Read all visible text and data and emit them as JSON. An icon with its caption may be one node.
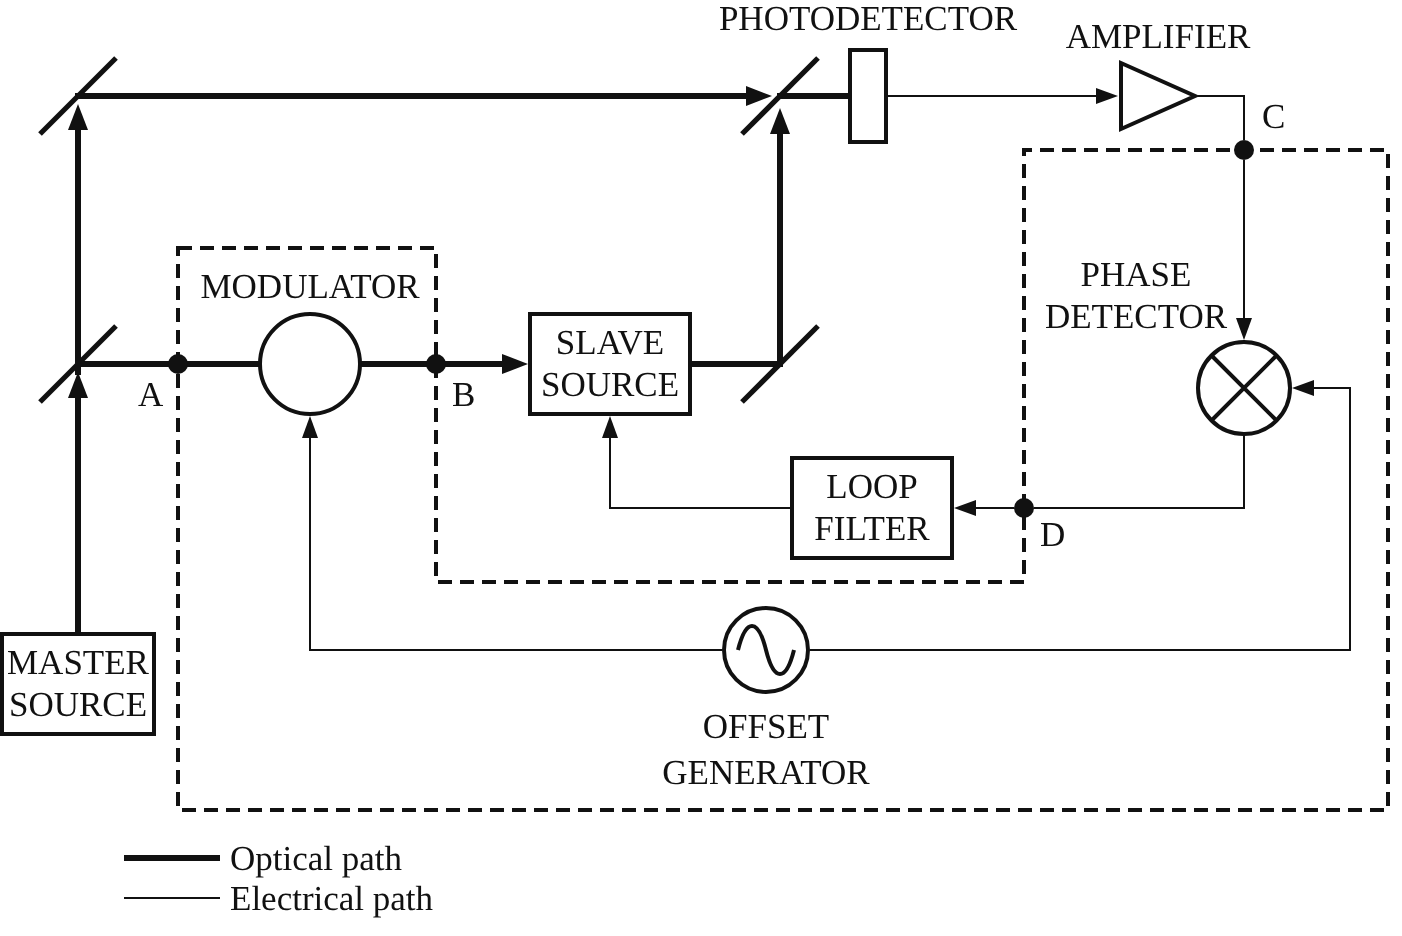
{
  "diagram": {
    "nodes": [
      {
        "text": [
          "PHOTODETECTOR"
        ]
      },
      {
        "text": [
          "AMPLIFIER"
        ]
      },
      {
        "text": [],
        "shape": "mirror"
      },
      {
        "text": [],
        "shape": "mirror"
      },
      {
        "text": [],
        "shape": "circle",
        "beside": [
          "C"
        ]
      },
      {
        "text": [
          "MODULATOR"
        ]
      },
      {
        "text": [],
        "shape": "mirror"
      },
      {
        "text": [
          "SLAVE SOURCE"
        ]
      },
      {
        "text": [
          "PHASE DETECTOR"
        ]
      },
      {
        "text": [
          "LOOP FILTER"
        ]
      },
      {
        "text": [],
        "shape": "circle",
        "beside": [
          "D"
        ]
      },
      {
        "text": [
          "MASTER SOURCE"
        ]
      },
      {
        "text": [
          "OFFSET GENERATOR"
        ]
      }
    ],
    "edges": [
      {
        "from": 11,
        "to": 6,
        "arrow": "to",
        "style": "thick"
      },
      {
        "from": 6,
        "to": 2,
        "arrow": "to",
        "style": "thick"
      },
      {
        "from": 2,
        "to": 3,
        "arrow": "to",
        "style": "thick"
      },
      {
        "from": 6,
        "to": 5,
        "arrow": "none",
        "style": "thick"
      },
      {
        "from": 5,
        "to": 7,
        "arrow": "to",
        "style": "thick"
      },
      {
        "from": 7,
        "to": 3,
        "arrow": "to",
        "style": "thick"
      },
      {
        "from": 3,
        "to": 0,
        "arrow": "none",
        "style": "thick"
      },
      {
        "from": 0,
        "to": 1,
        "arrow": "to"
      },
      {
        "from": 1,
        "to": 4,
        "arrow": "none"
      },
      {
        "from": 4,
        "to": 8,
        "arrow": "to"
      },
      {
        "from": 8,
        "to": 10,
        "arrow": "none"
      },
      {
        "from": 10,
        "to": 9,
        "arrow": "to"
      },
      {
        "from": 9,
        "to": 7,
        "arrow": "to"
      },
      {
        "from": 12,
        "to": 5,
        "arrow": "to"
      },
      {
        "from": 12,
        "to": 8,
        "arrow": "to"
      }
    ],
    "labels": [
      "A",
      "B"
    ],
    "legend": [
      {
        "text": "Optical path"
      },
      {
        "text": "Electrical path"
      }
    ]
  }
}
